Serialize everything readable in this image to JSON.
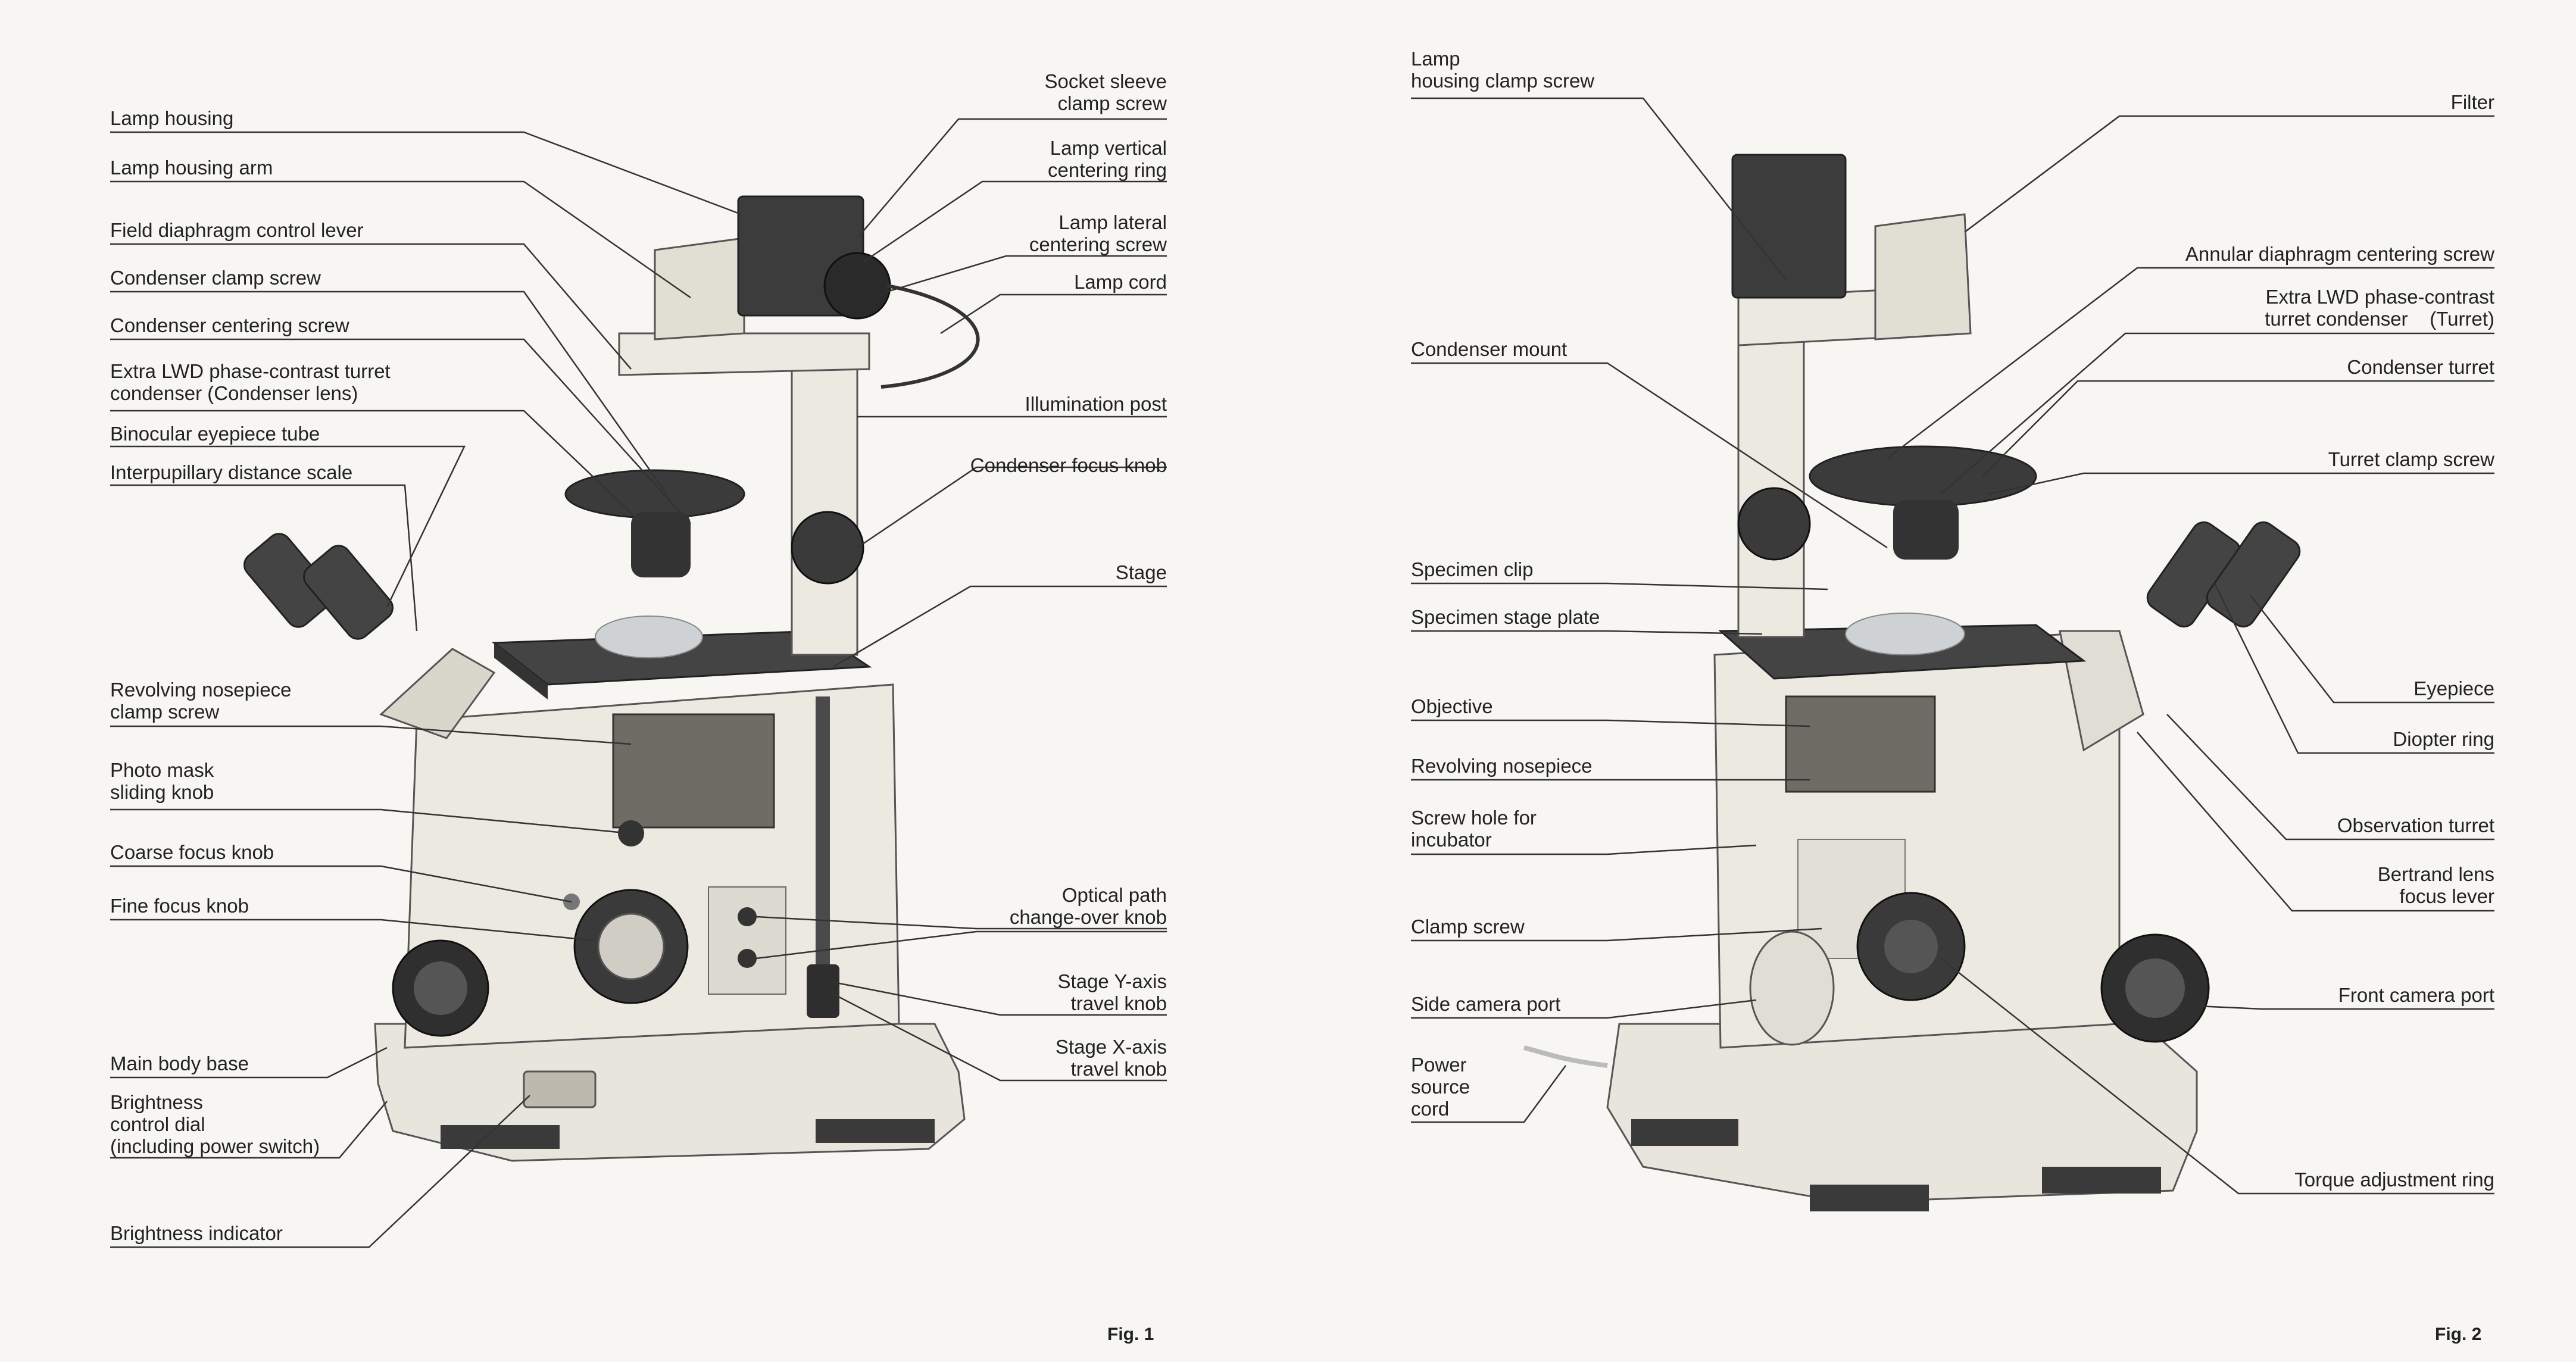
{
  "figure1": {
    "caption": "Fig. 1",
    "left_labels": [
      "Lamp housing",
      "Lamp housing arm",
      "Field diaphragm control lever",
      "Condenser clamp screw",
      "Condenser centering screw",
      "Extra LWD phase-contrast turret\ncondenser (Condenser lens)",
      "Binocular eyepiece tube",
      "Interpupillary distance scale",
      "Revolving nosepiece\nclamp screw",
      "Photo mask\nsliding knob",
      "Coarse focus knob",
      "Fine focus knob",
      "Main body base",
      "Brightness\ncontrol dial\n(including power switch)",
      "Brightness indicator"
    ],
    "right_labels": [
      "Socket sleeve\nclamp screw",
      "Lamp vertical\ncentering ring",
      "Lamp lateral\ncentering screw",
      "Lamp cord",
      "Illumination post",
      "Condenser focus knob",
      "Stage",
      "Optical path\nchange-over knob",
      "Stage Y-axis\ntravel knob",
      "Stage X-axis\ntravel knob"
    ]
  },
  "figure2": {
    "caption": "Fig. 2",
    "left_labels": [
      "Lamp\nhousing clamp screw",
      "Condenser mount",
      "Specimen clip",
      "Specimen stage plate",
      "Objective",
      "Revolving nosepiece",
      "Screw hole for\nincubator",
      "Clamp screw",
      "Side camera port",
      "Power\nsource\ncord"
    ],
    "right_labels": [
      "Filter",
      "Annular diaphragm centering screw",
      "Extra LWD phase-contrast\nturret condenser    (Turret)",
      "Condenser turret",
      "Turret clamp screw",
      "Eyepiece",
      "Diopter ring",
      "Observation turret",
      "Bertrand lens\nfocus lever",
      "Front camera port",
      "Torque adjustment ring"
    ]
  },
  "colors": {
    "ink": "#222222",
    "paper": "#f7f6f3",
    "body": "#e9e6dd",
    "dark": "#3a3a3a"
  }
}
